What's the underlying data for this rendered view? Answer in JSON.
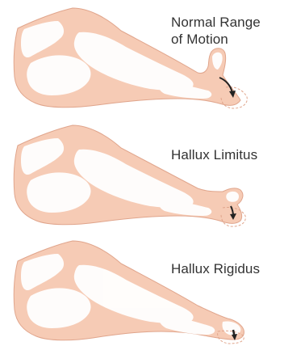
{
  "labels": {
    "normal": "Normal Range\nof Motion",
    "limitus": "Hallux Limitus",
    "rigidus": "Hallux Rigidus"
  },
  "colors": {
    "foot_fill": "#f6cbb5",
    "foot_outline": "#e0a58c",
    "bone_fill": "#ffffff",
    "arrow": "#222222",
    "text": "#333333"
  }
}
